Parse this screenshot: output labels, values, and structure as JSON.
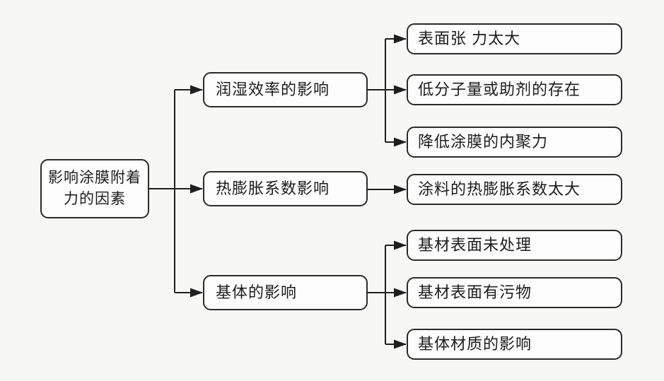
{
  "colors": {
    "background": "#f7f7f6",
    "box_fill": "#fdfdfd",
    "box_border": "#2b2b2b",
    "line": "#1f1f1f",
    "text": "#1c1c1c"
  },
  "diagram": {
    "root": {
      "lines": [
        "影响涂膜附着",
        "力的因素"
      ]
    },
    "branches": [
      {
        "label": "润湿效率的影响",
        "children": [
          "表面张 力太大",
          "低分子量或助剂的存在",
          "降低涂膜的内聚力"
        ]
      },
      {
        "label": "热膨胀系数影响",
        "children": [
          "涂料的热膨胀系数太大"
        ]
      },
      {
        "label": "基体的影响",
        "children": [
          "基材表面未处理",
          "基材表面有污物",
          "基体材质的影响"
        ]
      }
    ]
  }
}
